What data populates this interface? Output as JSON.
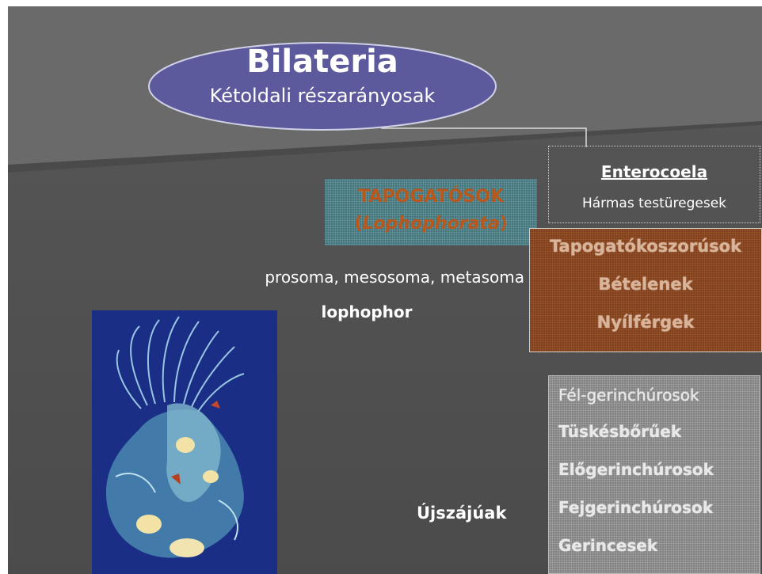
{
  "bilateria": {
    "title": "Bilateria",
    "subtitle": "Kétoldali részarányosak"
  },
  "enterocoela": {
    "title": "Enterocoela",
    "subtitle": "Hármas testüregesek"
  },
  "lophophorata": {
    "line1": "TAPOGATÓSOK",
    "open": "(",
    "latin": "Lophophorata",
    "close": ")"
  },
  "lophophorata_groups": [
    "Tapogatókoszorúsok",
    "Bételenek",
    "Nyílférgek"
  ],
  "body_regions": "prosoma, mesosoma, metasoma",
  "lophophor": "lophophor",
  "deuterostomia": {
    "label": "Újszájúak",
    "groups": [
      {
        "text": "Fél-gerinchúrosok",
        "bold": false
      },
      {
        "text": "Tüskésbőrűek",
        "bold": true
      },
      {
        "text": "Előgerinchúrosok",
        "bold": true
      },
      {
        "text": "Fejgerinchúrosok",
        "bold": true
      },
      {
        "text": "Gerincesek",
        "bold": true
      }
    ]
  },
  "colors": {
    "ellipse_fill": "#5c5a9c",
    "lopho_text": "#b9581c",
    "brown_box": "#7a3c1a",
    "teal_box": "#3e7078"
  }
}
